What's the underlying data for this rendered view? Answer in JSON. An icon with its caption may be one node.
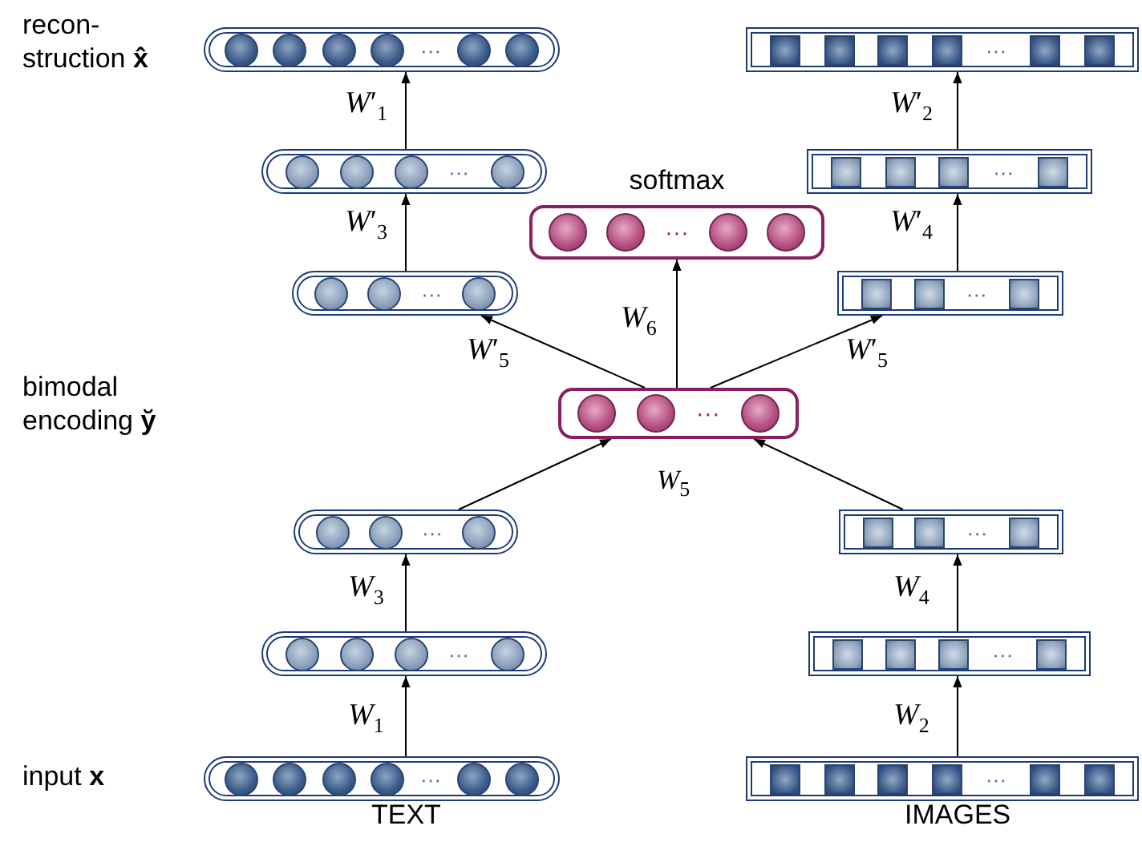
{
  "diagram": {
    "nodes": [
      {
        "text": [
          "···"
        ]
      },
      {
        "text": [
          "···"
        ]
      },
      {
        "text": [
          "···"
        ]
      },
      {
        "text": [
          "···"
        ]
      },
      {
        "text": [
          "softmax",
          "···"
        ]
      },
      {
        "text": [
          "···"
        ]
      },
      {
        "text": [
          "···"
        ]
      },
      {
        "text": [
          "···"
        ]
      },
      {
        "text": [
          "···"
        ]
      },
      {
        "text": [
          "···"
        ]
      },
      {
        "text": [
          "···"
        ]
      },
      {
        "text": [
          "···"
        ]
      },
      {
        "text": [
          "···"
        ]
      },
      {
        "text": [
          "···"
        ]
      }
    ],
    "edges": [
      {
        "from": 0,
        "to": 1,
        "arrow": "to",
        "label": "*W*$_{1}$"
      },
      {
        "from": 1,
        "to": 2,
        "arrow": "to",
        "label": "*W*$_{3}$"
      },
      {
        "from": 2,
        "to": 3,
        "arrow": "to"
      },
      {
        "from": 10,
        "to": 3,
        "arrow": "to"
      },
      {
        "from": 3,
        "to": 4,
        "arrow": "to",
        "label": "*W*$_{6}$"
      },
      {
        "from": 3,
        "to": 5,
        "arrow": "to",
        "label": "*W*′$_{5}$"
      },
      {
        "from": 3,
        "to": 11,
        "arrow": "to",
        "label": "*W*′$_{5}$"
      },
      {
        "from": 5,
        "to": 6,
        "arrow": "to",
        "label": "*W*′$_{3}$"
      },
      {
        "from": 6,
        "to": 7,
        "arrow": "to",
        "label": "*W*′$_{1}$"
      },
      {
        "from": 8,
        "to": 9,
        "arrow": "to",
        "label": "*W*$_{2}$"
      },
      {
        "from": 9,
        "to": 10,
        "arrow": "to",
        "label": "*W*$_{4}$"
      },
      {
        "from": 11,
        "to": 12,
        "arrow": "to",
        "label": "*W*′$_{4}$"
      },
      {
        "from": 12,
        "to": 13,
        "arrow": "to",
        "label": "*W*′$_{2}$"
      }
    ],
    "labels": [
      "recon- struction **x̂**",
      "bimodal encoding **y̆**",
      "*W*$_{5}$",
      "input **x**",
      "TEXT",
      "IMAGES"
    ]
  }
}
